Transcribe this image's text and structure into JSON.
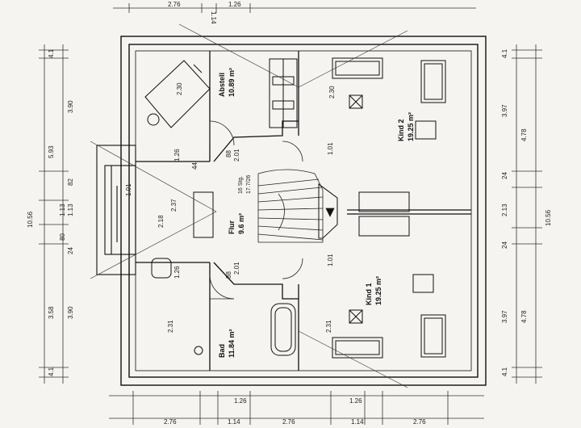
{
  "rooms": {
    "kind2": {
      "name": "Kind 2",
      "area": "19.25 m²"
    },
    "kind1": {
      "name": "Kind 1",
      "area": "19.25 m²"
    },
    "bad": {
      "name": "Bad",
      "area": "11.84 m²"
    },
    "abstell": {
      "name": "Abstell",
      "area": "10.89 m²"
    },
    "flur": {
      "name": "Flur",
      "area": "9.6 m²"
    }
  },
  "stair_note": {
    "steps": "16 Stg.",
    "ratio": "17.7/26"
  },
  "dims_top": [
    "2.76",
    "1.14",
    "1.26"
  ],
  "dims_bottom": [
    "2.76",
    "1.14",
    "2.76",
    "1.26",
    "1.14",
    "2.76",
    "1.26"
  ],
  "dims_left_outer": [
    "4.1",
    "5.93",
    "10.56",
    "3.58",
    "4.1"
  ],
  "dims_left_inner": [
    "3.90",
    "82",
    "1.13",
    "1.13",
    "80",
    "24",
    "3.90"
  ],
  "dims_right_inner": [
    "4.1",
    "3.97",
    "24",
    "2.13",
    "24",
    "3.97",
    "4.1"
  ],
  "dims_right_outer": [
    "4.78",
    "10.56",
    "4.78"
  ],
  "dims_interior": {
    "abstell_a": "2.30",
    "abstell_b": "1.26",
    "abstell_c": "44",
    "bad_a": "2.31",
    "bad_b": "1.26",
    "bad_c": "2.37",
    "hall_a": "2.18",
    "hall_b": "1.01",
    "kind2_a": "2.30",
    "kind1_a": "2.31",
    "door_a": "2.01",
    "door_b": "2.01",
    "door_c": "88",
    "door_d": "88",
    "win_a": "1.01",
    "win_b": "1.01"
  }
}
